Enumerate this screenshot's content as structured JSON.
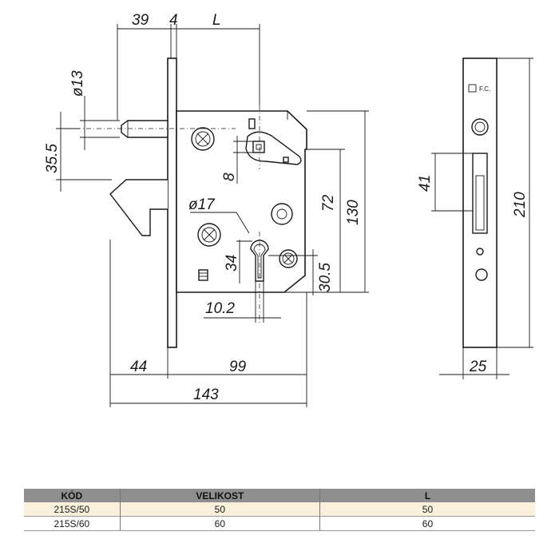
{
  "drawing": {
    "dimensions": {
      "top_39": "39",
      "top_4": "4",
      "top_L": "L",
      "dia_13": "ø13",
      "height_35_5": "35.5",
      "size_8": "8",
      "dia_17": "ø17",
      "size_34": "34",
      "size_72": "72",
      "size_130": "130",
      "size_30_5": "30.5",
      "size_10_2": "10.2",
      "bottom_44": "44",
      "bottom_99": "99",
      "bottom_143": "143",
      "side_41": "41",
      "side_210": "210",
      "side_25": "25"
    },
    "faceplate_mark": "F.C."
  },
  "table": {
    "headers": [
      "KÓD",
      "VELIKOST",
      "L"
    ],
    "rows": [
      [
        "215S/50",
        "50",
        "50"
      ],
      [
        "215S/60",
        "60",
        "60"
      ]
    ]
  }
}
